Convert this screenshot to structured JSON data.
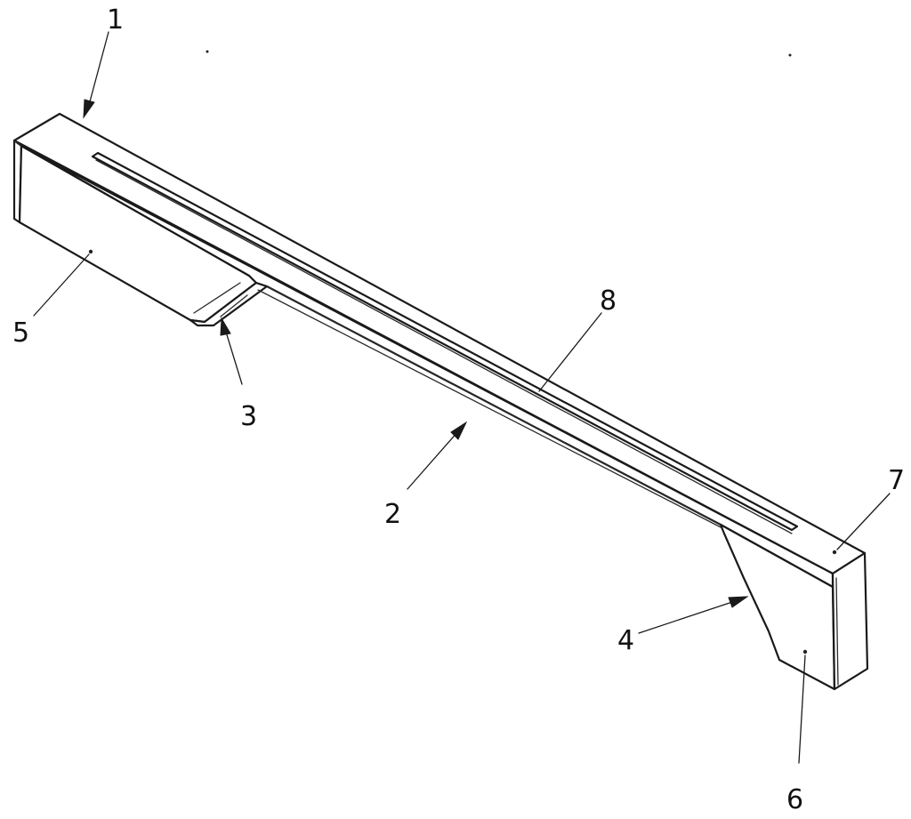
{
  "figure": {
    "reference_numerals": [
      {
        "id": "ref-1",
        "text": "1"
      },
      {
        "id": "ref-2",
        "text": "2"
      },
      {
        "id": "ref-3",
        "text": "3"
      },
      {
        "id": "ref-4",
        "text": "4"
      },
      {
        "id": "ref-5",
        "text": "5"
      },
      {
        "id": "ref-6",
        "text": "6"
      },
      {
        "id": "ref-7",
        "text": "7"
      },
      {
        "id": "ref-8",
        "text": "8"
      }
    ]
  }
}
